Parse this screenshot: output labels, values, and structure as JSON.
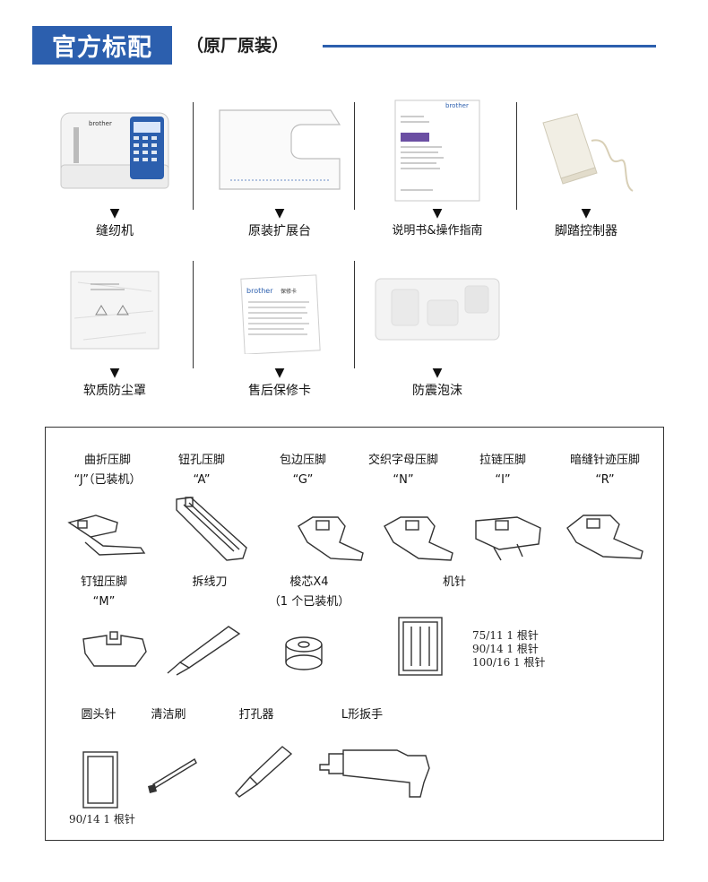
{
  "header": {
    "title": "官方标配",
    "subtitle": "（原厂原装）"
  },
  "arrow_glyph": "▼",
  "products": [
    {
      "label": "缝纫机"
    },
    {
      "label": "原装扩展台"
    },
    {
      "label": "说明书&操作指南"
    },
    {
      "label": "脚踏控制器"
    },
    {
      "label": "软质防尘罩"
    },
    {
      "label": "售后保修卡"
    },
    {
      "label": "防震泡沫"
    }
  ],
  "machine_brand": "brother",
  "manual_brand": "brother",
  "warranty_brand": "brother",
  "warranty_title": "保修卡",
  "accessories": {
    "foot_j": {
      "name": "曲折压脚",
      "code": "“J”（已装机）"
    },
    "foot_a": {
      "name": "钮孔压脚",
      "code": "“A”"
    },
    "foot_g": {
      "name": "包边压脚",
      "code": "“G”"
    },
    "foot_n": {
      "name": "交织字母压脚",
      "code": "“N”"
    },
    "foot_i": {
      "name": "拉链压脚",
      "code": "“I”"
    },
    "foot_r": {
      "name": "暗缝针迹压脚",
      "code": "“R”"
    },
    "foot_m": {
      "name": "钉钮压脚",
      "code": "“M”"
    },
    "seam_ripper": {
      "name": "拆线刀"
    },
    "bobbin": {
      "name": "梭芯X4",
      "code": "（1 个已装机）"
    },
    "needles": {
      "name": "机针",
      "notes": [
        "75/11 1 根针",
        "90/14 1 根针",
        "100/16 1 根针"
      ]
    },
    "ballpoint": {
      "name": "圆头针",
      "note": "90/14 1 根针"
    },
    "brush": {
      "name": "清洁刷"
    },
    "punch": {
      "name": "打孔器"
    },
    "wrench": {
      "name": "L形扳手"
    }
  },
  "colors": {
    "brand_blue": "#2c5fae",
    "border": "#333333"
  }
}
